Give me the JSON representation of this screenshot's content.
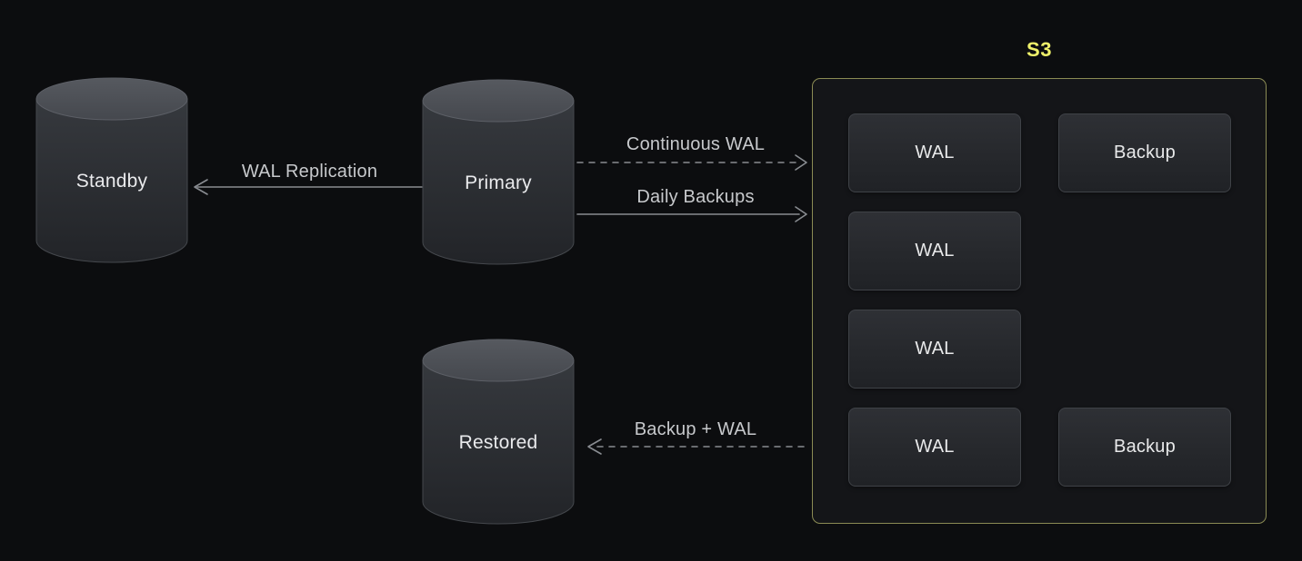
{
  "nodes": {
    "standby": {
      "label": "Standby"
    },
    "primary": {
      "label": "Primary"
    },
    "restored": {
      "label": "Restored"
    }
  },
  "edges": {
    "wal_replication": {
      "label": "WAL Replication",
      "style": "solid",
      "direction": "left"
    },
    "continuous_wal": {
      "label": "Continuous WAL",
      "style": "dashed",
      "direction": "right"
    },
    "daily_backups": {
      "label": "Daily Backups",
      "style": "solid",
      "direction": "right"
    },
    "backup_plus_wal": {
      "label": "Backup + WAL",
      "style": "dashed",
      "direction": "left"
    }
  },
  "s3": {
    "label": "S3",
    "items": [
      {
        "label": "WAL"
      },
      {
        "label": "Backup"
      },
      {
        "label": "WAL"
      },
      {
        "label": "WAL"
      },
      {
        "label": "WAL"
      },
      {
        "label": "Backup"
      }
    ]
  },
  "colors": {
    "background": "#0c0d0f",
    "accent_yellow": "#eef06a",
    "s3_border": "#8b8b54",
    "arrow": "#898c91",
    "node_fill_top": "#55585f",
    "node_fill_body": "#2b2d32",
    "text_primary": "#e9eaec",
    "text_secondary": "#c7c9cc"
  }
}
